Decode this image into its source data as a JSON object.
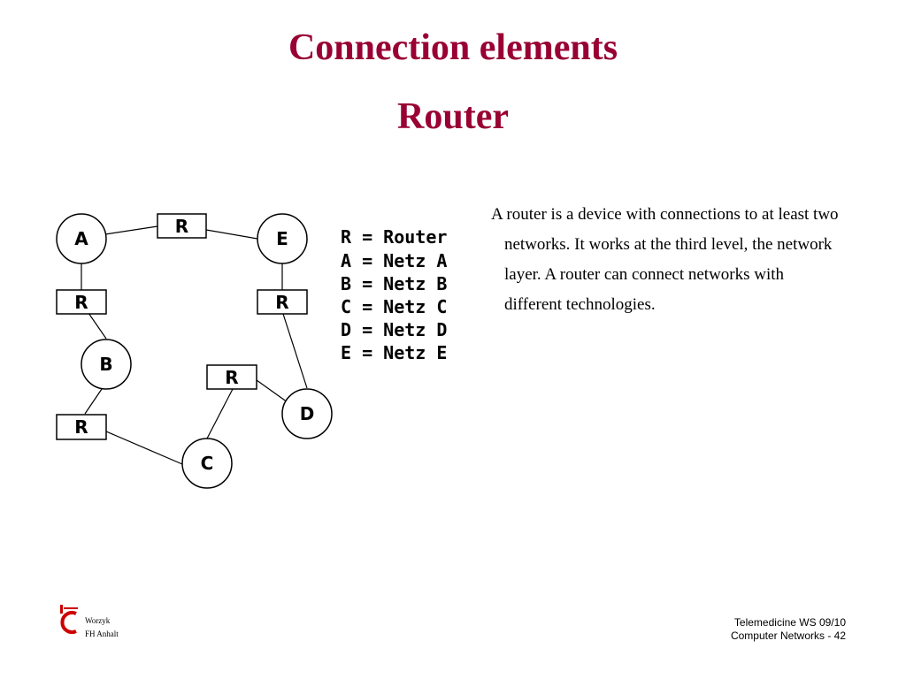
{
  "slide": {
    "title": "Connection elements",
    "subtitle": "Router",
    "description": "A router is a device with connections to at least two networks. It works at the third level, the network layer. A router can connect networks with different technologies."
  },
  "diagram": {
    "networks": [
      {
        "id": "A",
        "label": "A"
      },
      {
        "id": "B",
        "label": "B"
      },
      {
        "id": "C",
        "label": "C"
      },
      {
        "id": "D",
        "label": "D"
      },
      {
        "id": "E",
        "label": "E"
      }
    ],
    "router_label": "R",
    "legend": [
      "R = Router",
      "A = Netz A",
      "B = Netz B",
      "C = Netz C",
      "D = Netz D",
      "E = Netz E"
    ]
  },
  "footer": {
    "author": "Worzyk",
    "institution": "FH Anhalt",
    "course": "Telemedicine WS 09/10",
    "page": "Computer Networks - 42"
  },
  "colors": {
    "title": "#990033",
    "logo": "#cc0000"
  }
}
